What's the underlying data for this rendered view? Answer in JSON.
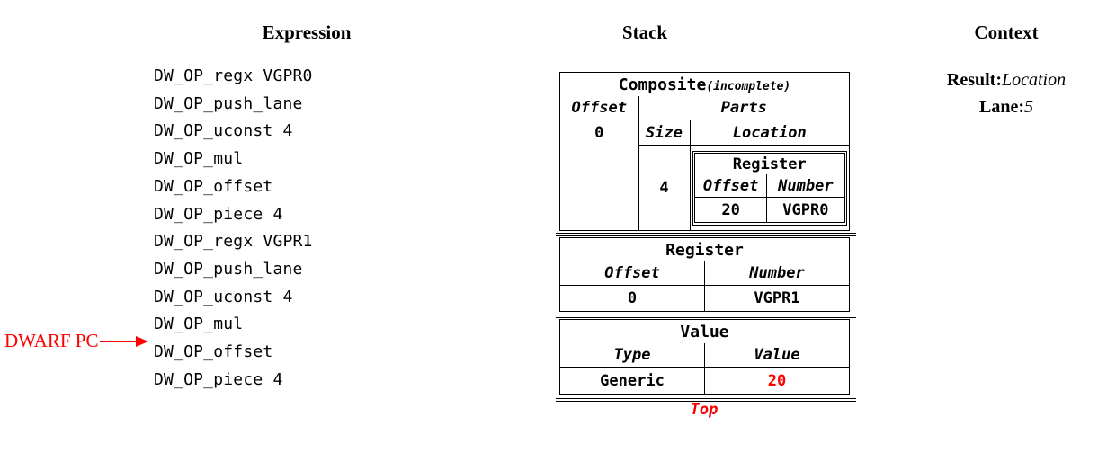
{
  "headers": {
    "expression": "Expression",
    "stack": "Stack",
    "context": "Context"
  },
  "expression": {
    "items": [
      "DW_OP_regx VGPR0",
      "DW_OP_push_lane",
      "DW_OP_uconst 4",
      "DW_OP_mul",
      "DW_OP_offset",
      "DW_OP_piece 4",
      "DW_OP_regx VGPR1",
      "DW_OP_push_lane",
      "DW_OP_uconst 4",
      "DW_OP_mul",
      "DW_OP_offset",
      "DW_OP_piece 4"
    ],
    "pc_label": "DWARF PC",
    "pc_points_to_index": 10
  },
  "stack": {
    "composite": {
      "title": "Composite",
      "title_suffix": "(incomplete)",
      "offset_header": "Offset",
      "offset_value": "0",
      "parts_header": "Parts",
      "size_header": "Size",
      "size_value": "4",
      "location_header": "Location",
      "location_register": {
        "title": "Register",
        "offset_header": "Offset",
        "number_header": "Number",
        "offset_value": "20",
        "number_value": "VGPR0"
      }
    },
    "register": {
      "title": "Register",
      "offset_header": "Offset",
      "number_header": "Number",
      "offset_value": "0",
      "number_value": "VGPR1"
    },
    "value": {
      "title": "Value",
      "type_header": "Type",
      "value_header": "Value",
      "type_value": "Generic",
      "value_value": "20"
    },
    "top_label": "Top"
  },
  "context": {
    "result_label": "Result:",
    "result_value": "Location",
    "lane_label": "Lane:",
    "lane_value": "5"
  },
  "colors": {
    "accent_red": "#ff0000",
    "text": "#000000",
    "border": "#000000"
  }
}
